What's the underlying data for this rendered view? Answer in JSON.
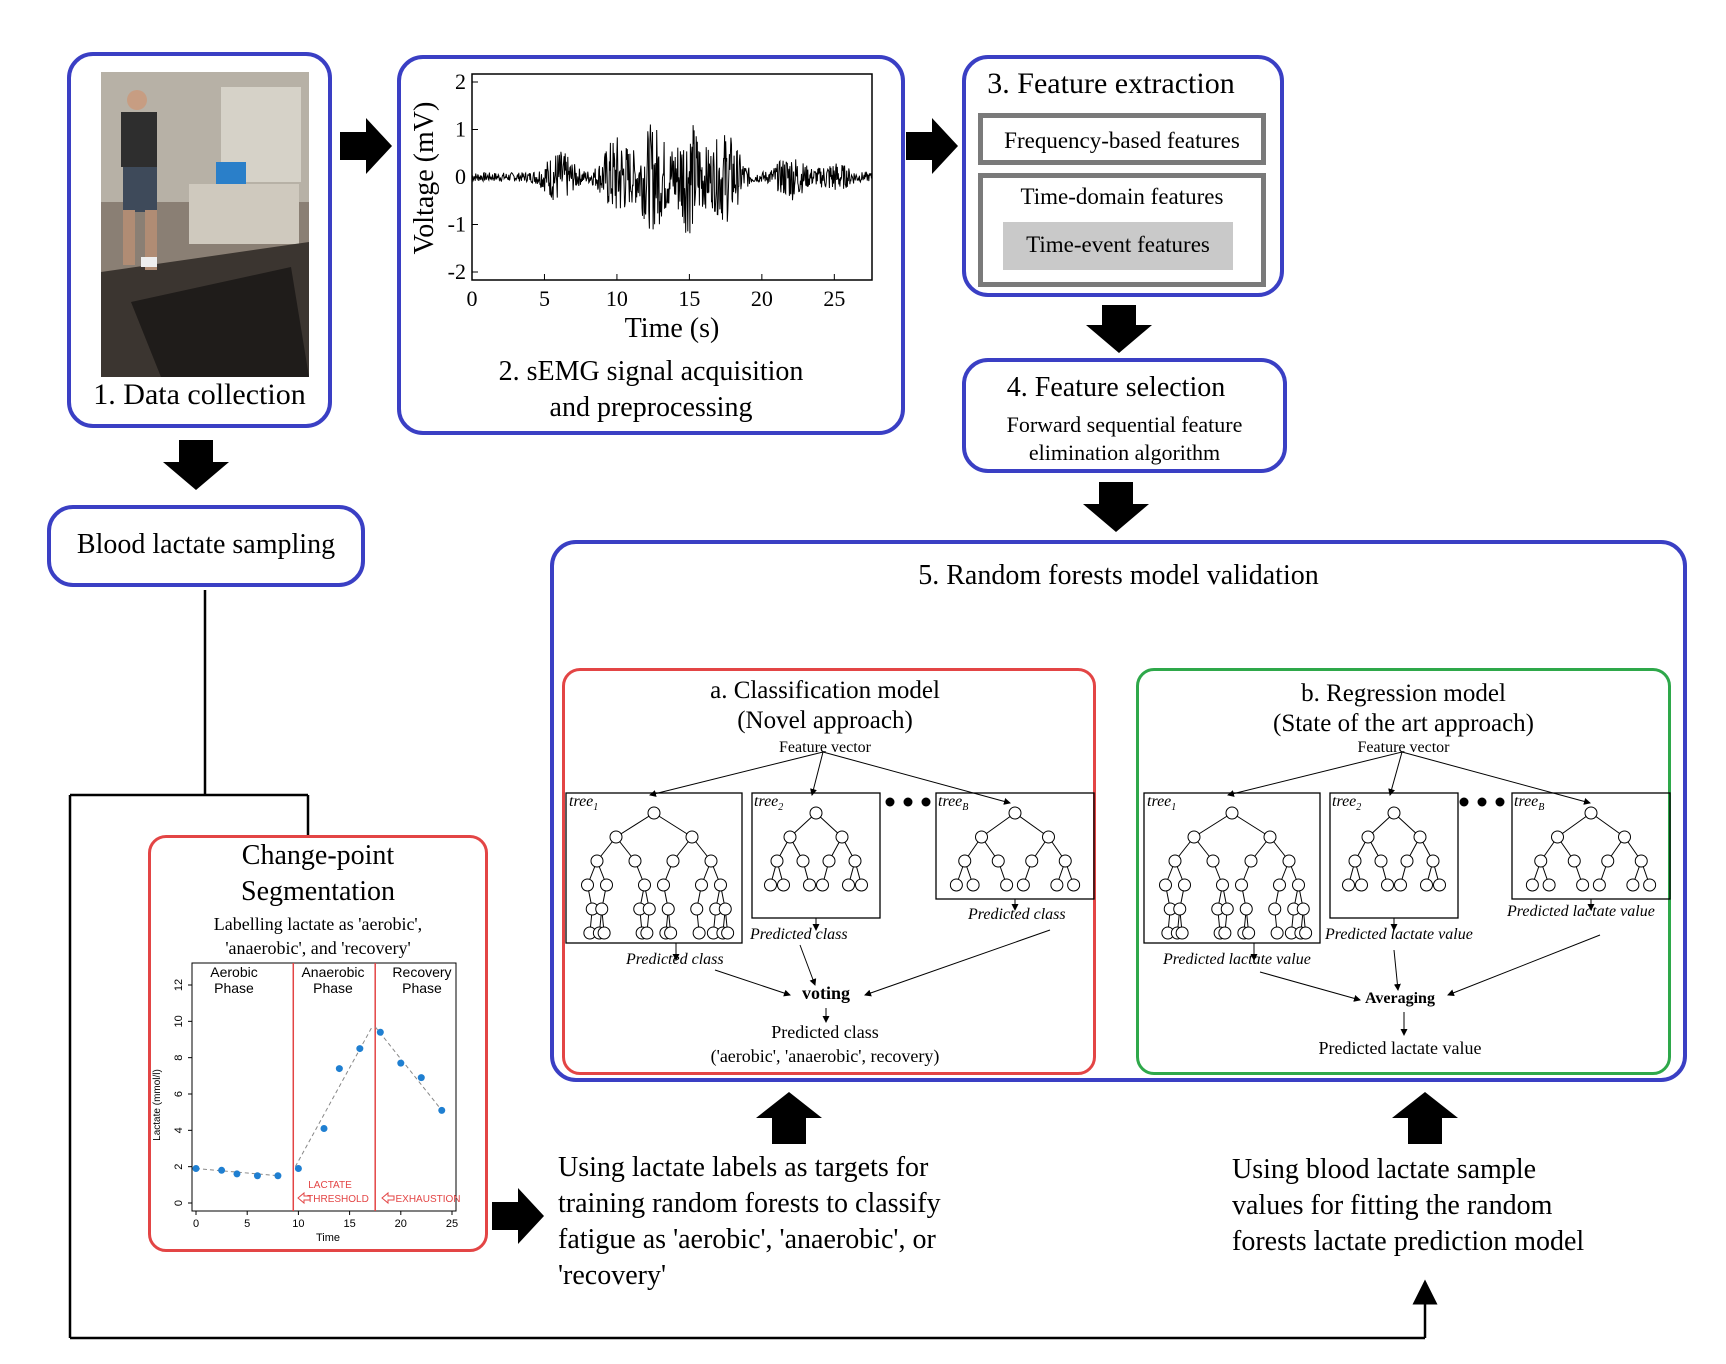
{
  "step1": {
    "label": "1. Data collection",
    "photo_icon": "treadmill-runner-photo"
  },
  "step2": {
    "line1": "2. sEMG signal acquisition",
    "line2": "and preprocessing",
    "chart_title": "",
    "ylabel": "Voltage (mV)",
    "xlabel": "Time (s)",
    "yticks": [
      "2",
      "1",
      "0",
      "-1",
      "-2"
    ],
    "xticks": [
      "0",
      "5",
      "10",
      "15",
      "20",
      "25"
    ]
  },
  "step3": {
    "title": "3. Feature extraction",
    "freq": "Frequency-based features",
    "time_domain": "Time-domain features",
    "time_event": "Time-event features"
  },
  "step4": {
    "title": "4. Feature selection",
    "line1": "Forward sequential feature",
    "line2": "elimination algorithm"
  },
  "blood": {
    "label": "Blood lactate sampling"
  },
  "step5": {
    "title": "5. Random forests model validation",
    "classification": {
      "title1": "a. Classification model",
      "title2": "(Novel approach)",
      "feature_vector": "Feature vector",
      "tree1": "tree",
      "tree1_sub": "1",
      "tree2": "tree",
      "tree2_sub": "2",
      "treeB": "tree",
      "treeB_sub": "B",
      "pred1": "Predicted class",
      "pred2": "Predicted class",
      "pred3": "Predicted class",
      "voting": "voting",
      "result1": "Predicted class",
      "result2": "('aerobic', 'anaerobic', recovery)"
    },
    "regression": {
      "title1": "b. Regression model",
      "title2": "(State of the art approach)",
      "feature_vector": "Feature vector",
      "tree1": "tree",
      "tree1_sub": "1",
      "tree2": "tree",
      "tree2_sub": "2",
      "treeB": "tree",
      "treeB_sub": "B",
      "pred1": "Predicted lactate value",
      "pred2": "Predicted lactate value",
      "pred3": "Predicted lactate value",
      "averaging": "Averaging",
      "result": "Predicted lactate value"
    }
  },
  "changepoint": {
    "title1": "Change-point",
    "title2": "Segmentation",
    "sub1": "Labelling lactate as 'aerobic',",
    "sub2": "'anaerobic', and 'recovery'",
    "phase_aerobic_1": "Aerobic",
    "phase_aerobic_2": "Phase",
    "phase_anaerobic_1": "Anaerobic",
    "phase_anaerobic_2": "Phase",
    "phase_recovery_1": "Recovery",
    "phase_recovery_2": "Phase",
    "ylabel": "Lactate (mmol/l)",
    "xlabel": "Time",
    "lactate_1": "LACTATE",
    "lactate_2": "THRESHOLD",
    "exhaustion": "EXHAUSTION",
    "accent_red": "#e34545",
    "point_blue": "#1f7fd1"
  },
  "chart_data": {
    "type": "scatter",
    "x": [
      0,
      2.5,
      4,
      6,
      8,
      10,
      12.5,
      14,
      16,
      18,
      20,
      22,
      24
    ],
    "y": [
      1.9,
      1.8,
      1.6,
      1.5,
      1.5,
      1.9,
      4.1,
      7.4,
      8.5,
      9.4,
      7.7,
      6.9,
      5.1
    ],
    "xlim": [
      0,
      25
    ],
    "ylim": [
      0,
      12
    ],
    "xticks": [
      0,
      5,
      10,
      15,
      20,
      25
    ],
    "yticks": [
      0,
      2,
      4,
      6,
      8,
      10,
      12
    ],
    "xlabel": "Time",
    "ylabel": "Lactate (mmol/l)",
    "change_points": [
      9.5,
      17.5
    ]
  },
  "notes": {
    "classify": [
      "Using lactate labels as targets for",
      "training random forests to classify",
      "fatigue as 'aerobic', 'anaerobic', or",
      "'recovery'"
    ],
    "regress": [
      "Using blood lactate sample",
      "values for fitting the random",
      "forests lactate prediction model"
    ]
  }
}
